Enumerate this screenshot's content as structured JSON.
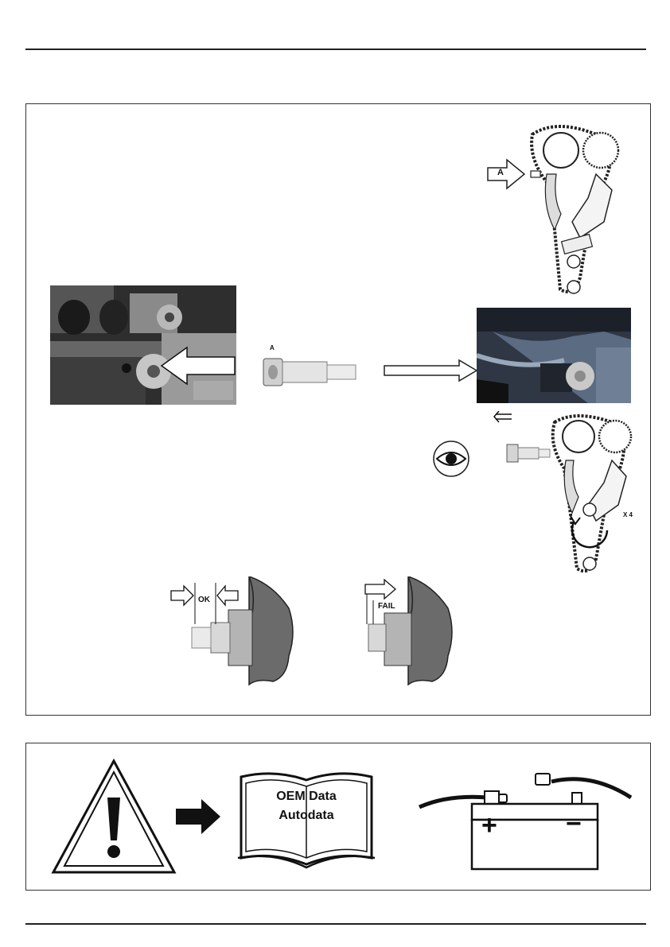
{
  "main_panel": {
    "chain_diagram_top": {
      "arrow_label": "A"
    },
    "tool": {
      "label": "A"
    },
    "chain_diagram_bottom": {
      "rotation_label": "X 4"
    },
    "ok_diagram": {
      "label": "OK"
    },
    "fail_diagram": {
      "label": "FAIL"
    }
  },
  "warning_panel": {
    "book": {
      "line1": "OEM Data",
      "line2": "Autodata"
    },
    "battery": {
      "plus": "+",
      "minus": "−"
    }
  },
  "colors": {
    "border": "#333333",
    "engine_grey": "#555555",
    "photo_dark": "#2b2b2b"
  }
}
